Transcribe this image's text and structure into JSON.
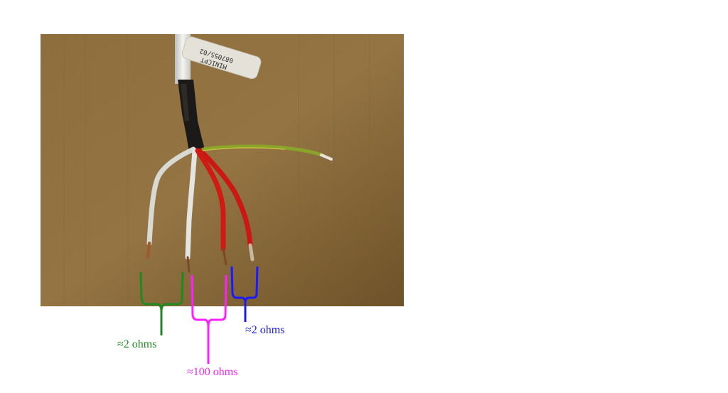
{
  "photo": {
    "subject": "multi-core cable with stripped wires on cardboard",
    "background_color": "#8a6a3a",
    "cable_tag": {
      "line1": "087055/02",
      "line2": "MINICPT"
    },
    "wires": [
      {
        "color": "white"
      },
      {
        "color": "white"
      },
      {
        "color": "red"
      },
      {
        "color": "red"
      },
      {
        "color": "green-yellow"
      }
    ]
  },
  "annotations": [
    {
      "label": "≈2 ohms",
      "color": "#228b22",
      "pair": "white wires"
    },
    {
      "label": "≈100 ohms",
      "color": "#ff1fff",
      "pair": "white and red wires"
    },
    {
      "label": "≈2 ohms",
      "color": "#1a1aff",
      "pair": "red wires"
    }
  ]
}
